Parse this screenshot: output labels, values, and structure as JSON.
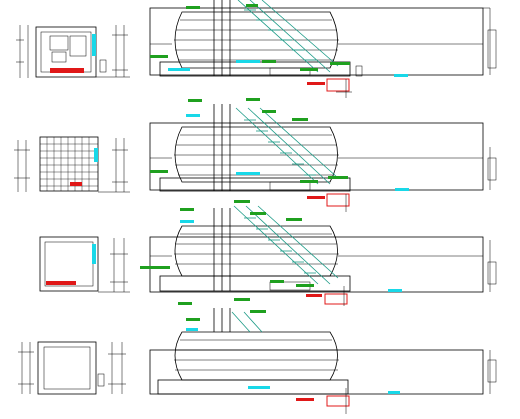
{
  "drawing": {
    "kind": "cad-sheet",
    "views": [
      {
        "id": "section-1",
        "plan": "plan-with-fixtures",
        "stair": true
      },
      {
        "id": "section-2",
        "plan": "plan-with-tiles",
        "stair": true
      },
      {
        "id": "section-3",
        "plan": "plan-empty-red-bar",
        "stair": true
      },
      {
        "id": "section-4",
        "plan": "plan-empty",
        "stair": false
      }
    ],
    "colors": {
      "linework": "#000000",
      "stair": "#1a9a86",
      "annotation_green": "#1fa01f",
      "annotation_cyan": "#18d8e8",
      "annotation_red": "#e01818",
      "background": "#ffffff"
    }
  }
}
